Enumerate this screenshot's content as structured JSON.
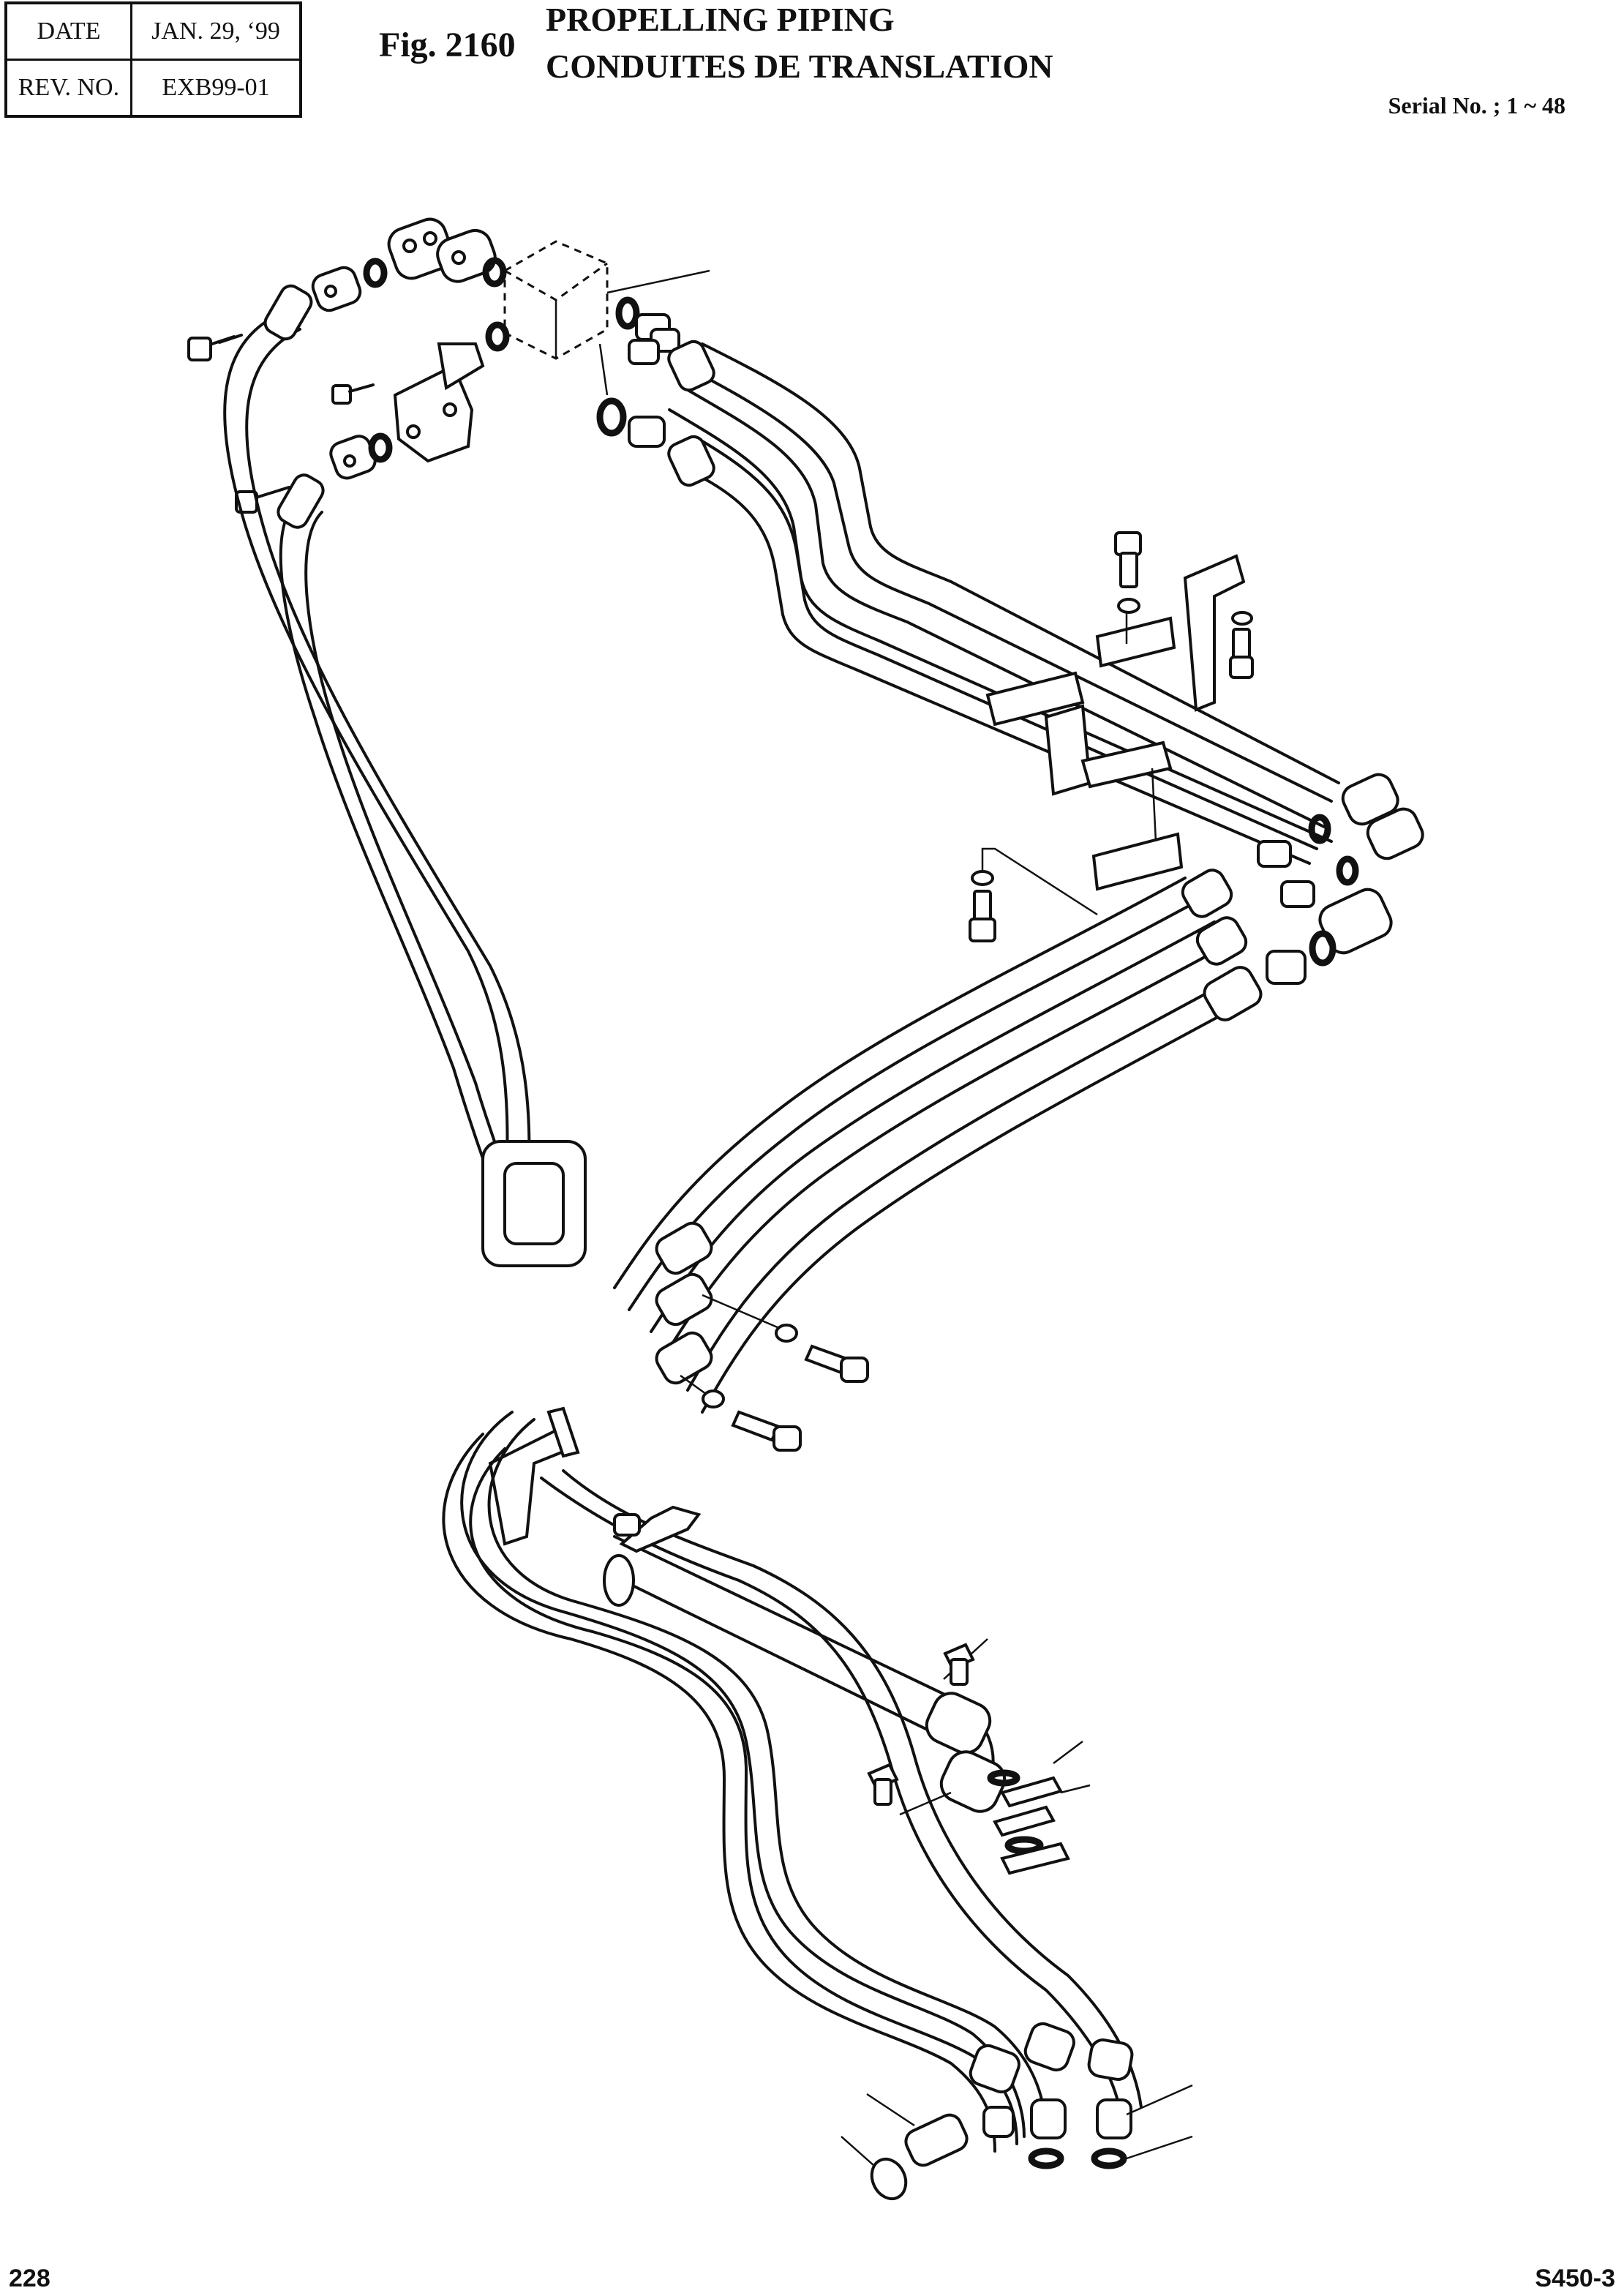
{
  "header": {
    "date_label": "DATE",
    "date_value": "JAN. 29, ‘99",
    "rev_label": "REV. NO.",
    "rev_value": "EXB99-01"
  },
  "figure": {
    "number": "Fig. 2160",
    "title_en": "PROPELLING PIPING",
    "title_fr": "CONDUITES DE TRANSLATION",
    "serial": "Serial No. ; 1 ~ 48"
  },
  "footer": {
    "page_number": "228",
    "model": "S450-3"
  }
}
